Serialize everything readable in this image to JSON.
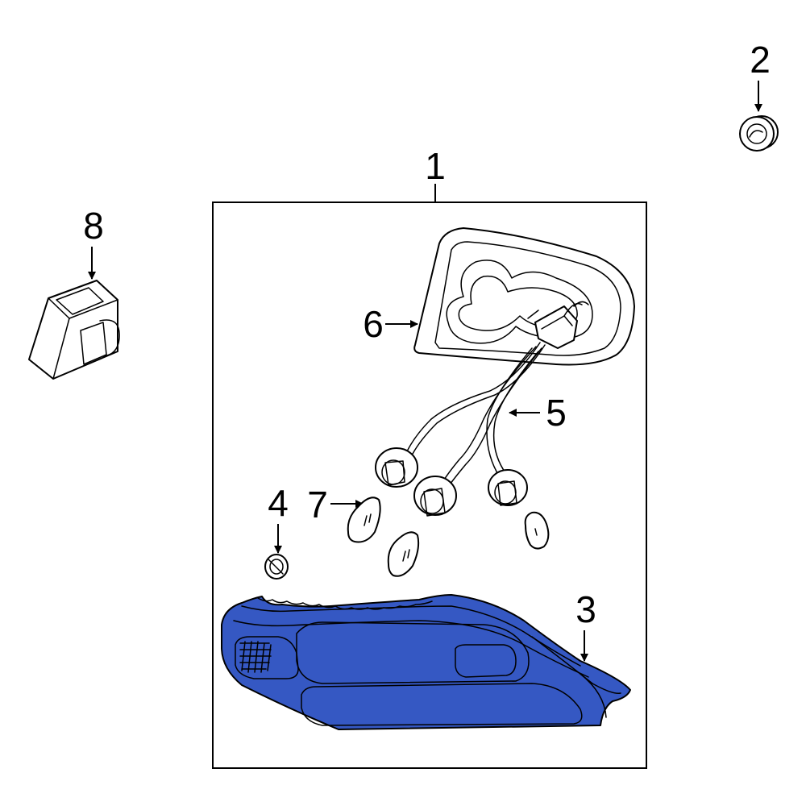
{
  "callouts": {
    "c1": "1",
    "c2": "2",
    "c3": "3",
    "c4": "4",
    "c5": "5",
    "c6": "6",
    "c7": "7",
    "c8": "8"
  },
  "colors": {
    "lens_fill": "#3558C3",
    "line": "#000000",
    "background": "#ffffff"
  }
}
